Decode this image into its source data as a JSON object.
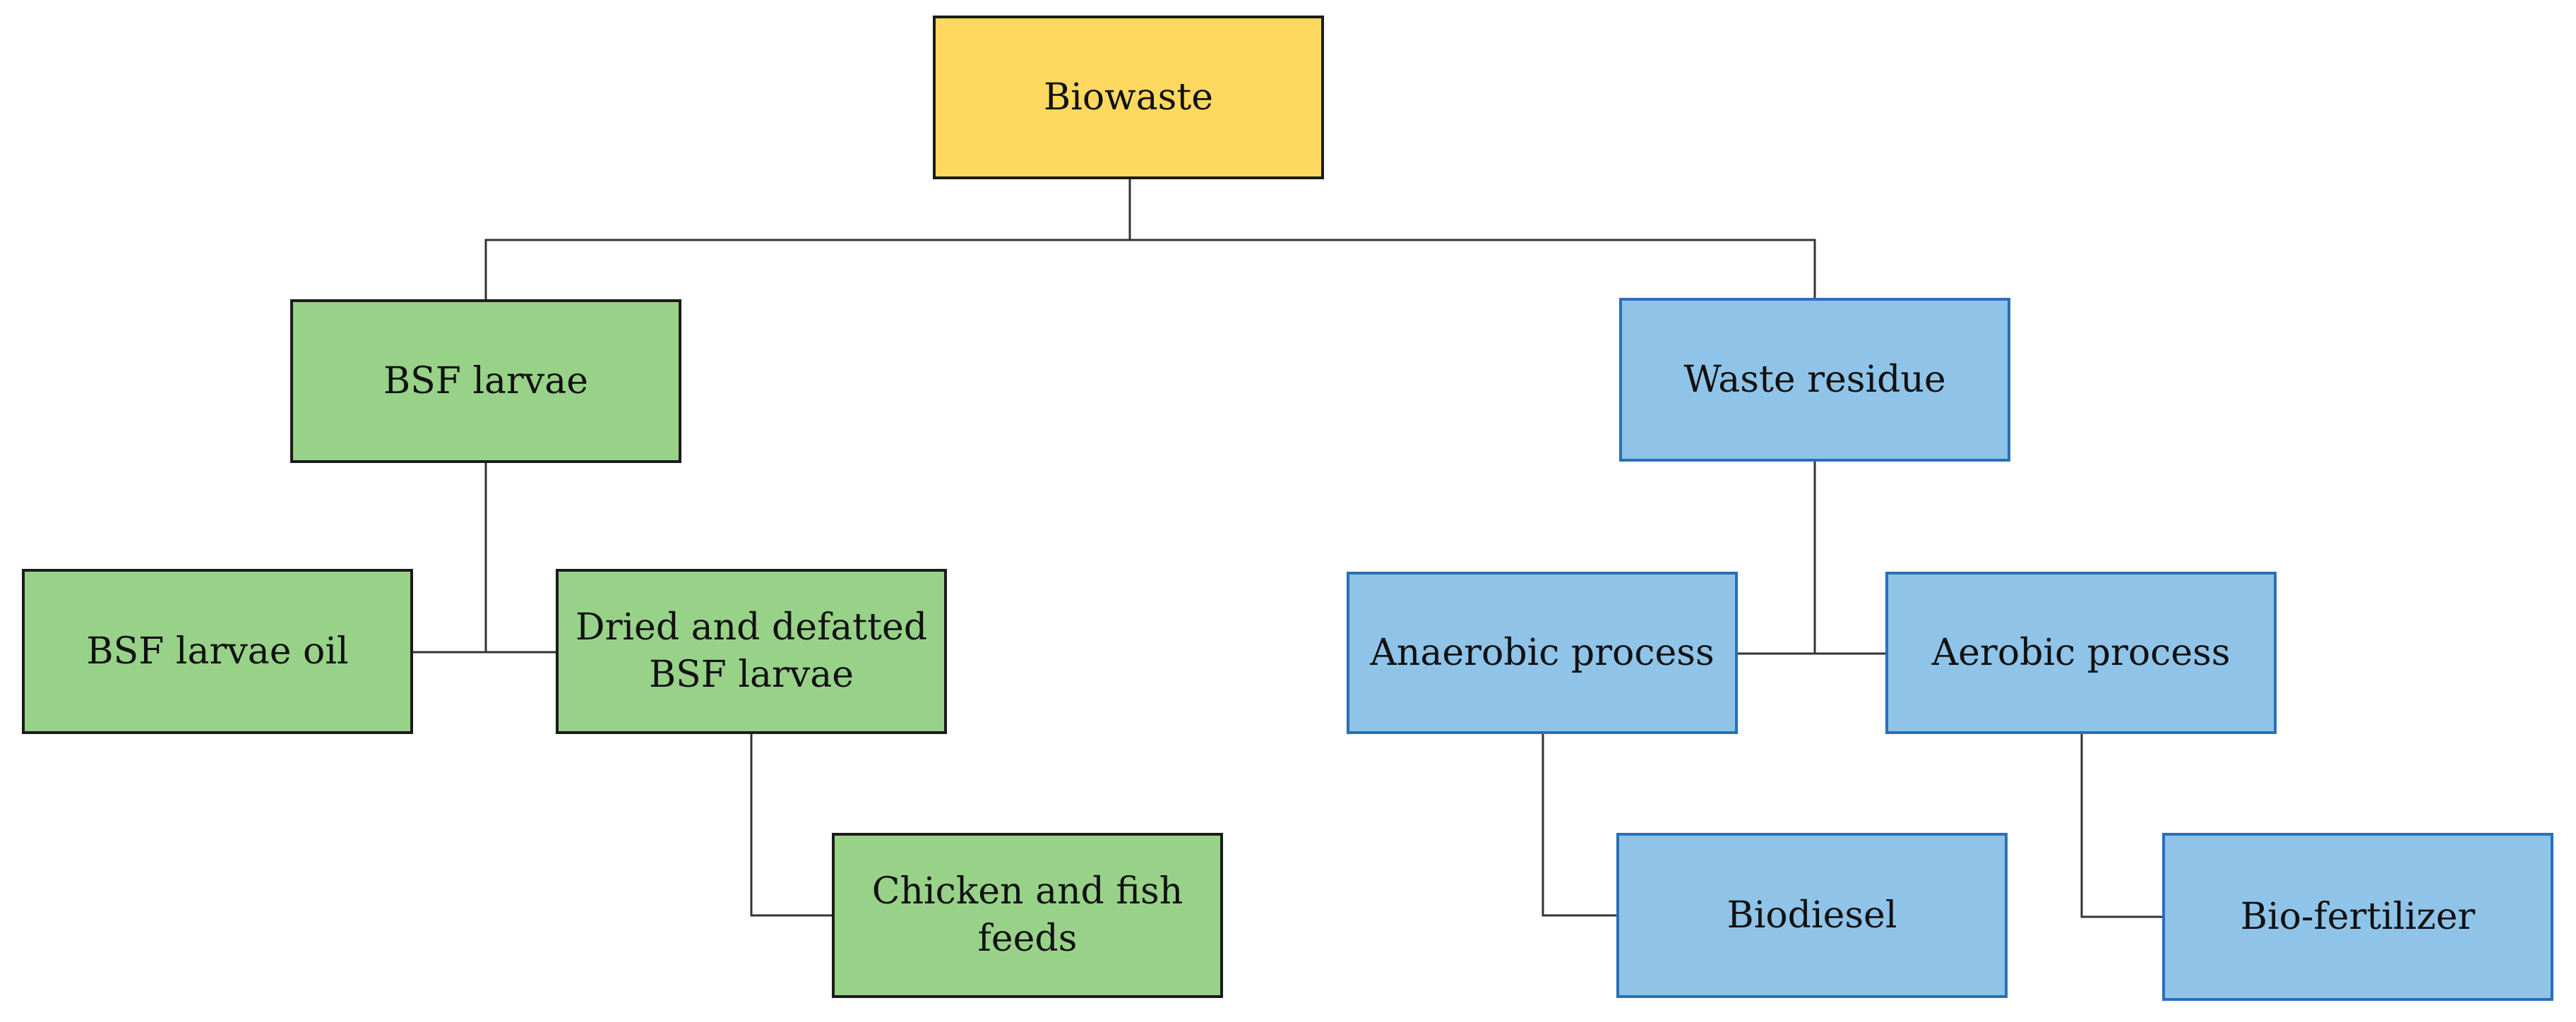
{
  "diagram": {
    "nodes": {
      "biowaste": "Biowaste",
      "bsf_larvae": "BSF larvae",
      "waste_residue": "Waste residue",
      "bsf_larvae_oil": "BSF larvae oil",
      "dried_defatted": "Dried  and defatted\nBSF larvae",
      "anaerobic": "Anaerobic process",
      "aerobic": "Aerobic process",
      "feeds": "Chicken and fish\nfeeds",
      "biodiesel": "Biodiesel",
      "biofertilizer": "Bio-fertilizer"
    },
    "colors": {
      "root_fill": "#ffd95f",
      "larvae_branch_fill": "#98d288",
      "residue_branch_fill": "#8fc4e8",
      "residue_branch_border": "#2a6fb7",
      "connector": "#333333"
    }
  }
}
